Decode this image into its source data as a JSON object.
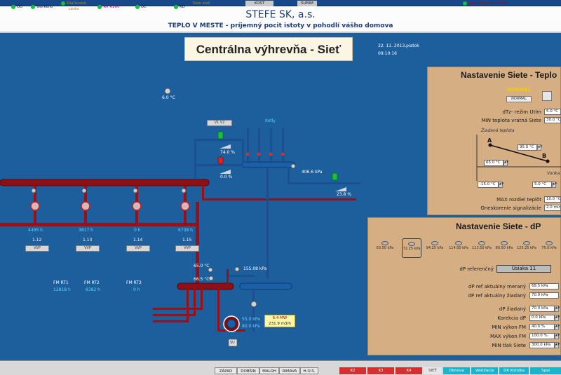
{
  "header": {
    "company": "STEFE SK, a.s.",
    "slogan": "TEPLO V MESTE - príjemný pocit istoty v pohodlí vášho domova"
  },
  "screen": {
    "title": "Centrálna výhrevňa - Sieť",
    "date": "22. 11. 2013,piatok",
    "time": "09:10:16"
  },
  "scada": {
    "outdoor_temp": "6.0 °C",
    "kotly_label": "Kotly",
    "valve_tag": "V1  V2",
    "valve1_open": "74.0 %",
    "valve2_open": "0.0 %",
    "pressure_main": "406.6 kPa",
    "pump_speed": "23.8 %",
    "branches": [
      {
        "flow": "4495 h",
        "id": "1.12",
        "tag": "VVP"
      },
      {
        "flow": "3817 h",
        "id": "1.13",
        "tag": "VVP"
      },
      {
        "flow": "0 h",
        "id": "1.14",
        "tag": "VVP"
      },
      {
        "flow": "6738 h",
        "id": "1.15",
        "tag": "VVP"
      }
    ],
    "fm": [
      {
        "name": "FM RT1",
        "value": "12818 h"
      },
      {
        "name": "FM RT2",
        "value": "8382 h"
      },
      {
        "name": "FM RT3",
        "value": "0 h"
      }
    ],
    "return_temp_1": "65.0 °C",
    "return_temp_2": "66.5 °C",
    "pressure_return": "155.08 kPa",
    "exchanger_power": "6.4 MW",
    "exchanger_flow": "231.9 m3/h",
    "exchanger_temp": "55.0 kPa",
    "exchanger_pressure": "80.0 kPa",
    "exchanger_label": "SU"
  },
  "panel_teplot": {
    "title": "Nastavenie Siete - Teplo",
    "mode_badge": "NORMÁL",
    "mode_button": "NORMAL",
    "dtz_label": "dTz- režim Útlm",
    "dtz_value": "5.0 °C",
    "min_return_label": "MIN teplota vratná Siete",
    "min_return_value": "30.0 °C",
    "chart_label": "Žiadaná teplota",
    "point_a": "A",
    "point_b": "B",
    "point_a_temp": "95.0 °C",
    "point_b_temp": "65.0 °C",
    "outdoor_a": "-15.0 °C",
    "outdoor_b": "5.0 °C",
    "vonkajsia": "Vonka",
    "max_diff_label": "MAX rozdiel teplôt",
    "max_diff_value": "10.0 °C",
    "delay_label": "Oneskorenie signalizácie",
    "delay_value": "2.0 min"
  },
  "panel_dp": {
    "title": "Nastavenie Siete - dP",
    "presets": [
      "63.50 kPa",
      "72.25 kPa",
      "94.25 kPa",
      "114.00 kPa",
      "113.50 kPa",
      "80.50 kPa",
      "125.25 kPa",
      "75.0 kPa"
    ],
    "ref_label": "dP referenčný",
    "ref_value": "Úsiaka 11",
    "meas_label": "dP ref aktuálny meraný",
    "meas_value": "68.5 kPa",
    "req_label": "dP ref aktuálny žiadaný",
    "req_value": "70.0 kPa",
    "dp_req_label": "dP žiadaný",
    "dp_req_value": "70.0 kPa",
    "corr_label": "Korekcia dP",
    "corr_value": "0.0 kPa",
    "min_fm_label": "MIN výkon FM",
    "min_fm_value": "40.0 %",
    "max_fm_label": "MAX výkon FM",
    "max_fm_value": "100.0 %",
    "min_press_label": "MIN tlak Siete",
    "min_press_value": "300.0 kPa"
  },
  "bottom": {
    "items": [
      "OÚ",
      "Gorkého",
      "Diaľavská cesta",
      "RV K100",
      "OC",
      "KD"
    ],
    "sorting_label": "Stav sort",
    "west": "ZÁPAD",
    "dobsin": "DOBŠIN",
    "maloh": "MALOH",
    "rimava": "RIMAVA",
    "kost": "KOST",
    "subim": "SUBIM",
    "hos": "H.O.S.",
    "zones": [
      "K2",
      "K3",
      "K4",
      "SIEŤ"
    ],
    "center": "Centrálna výhrevňa",
    "tabs": [
      "Obnova",
      "Vesti/acia",
      "OK Kotolka",
      "Spal"
    ]
  },
  "colors": {
    "background": "#1d5f9c",
    "supply_pipe": "#9a1016",
    "return_pipe": "#1860a8",
    "panel": "#d6ae84"
  }
}
